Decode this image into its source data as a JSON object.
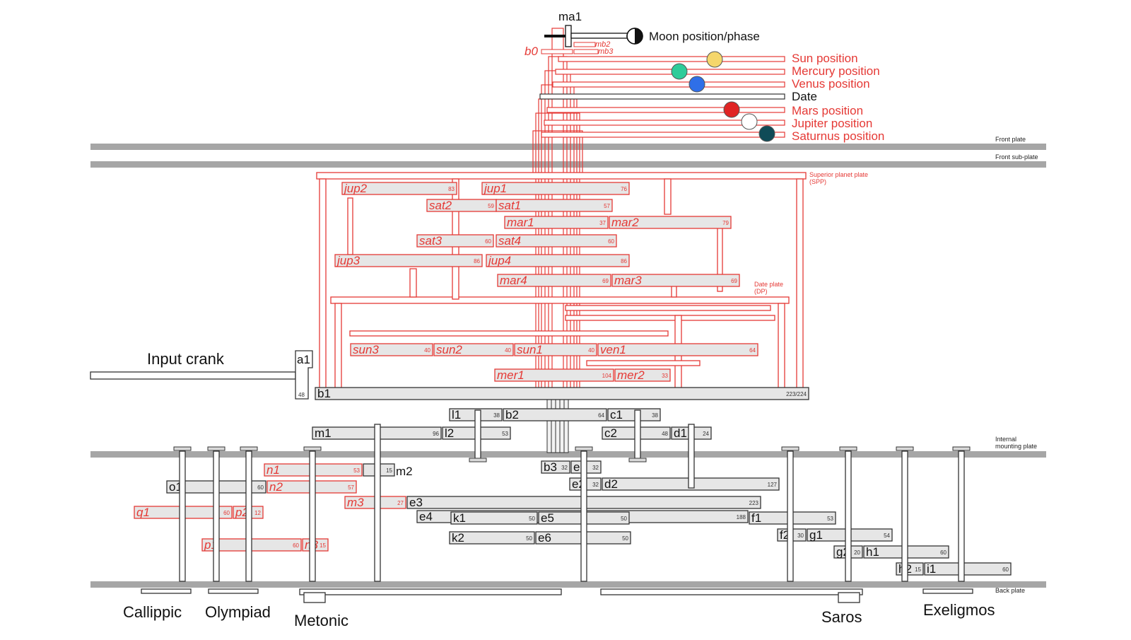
{
  "colors": {
    "red": "#e53935",
    "plate": "#a6a6a6",
    "gear_fill": "#e6e6e6",
    "black_stroke": "#333333",
    "sun": "#f5d66b",
    "mercury": "#2ecc9a",
    "venus": "#2f6fe8",
    "mars": "#e02424",
    "jupiter": "#ffffff",
    "saturnus": "#0f4b57",
    "moon": "#111111"
  },
  "plates": {
    "front": "Front plate",
    "front_sub": "Front sub-plate",
    "spp": [
      "Superior planet plate",
      "(SPP)"
    ],
    "dp": [
      "Date plate",
      "(DP)"
    ],
    "internal": [
      "Internal",
      "mounting plate"
    ],
    "back": "Back plate"
  },
  "outputs": {
    "moon": "Moon position/phase",
    "sun": "Sun position",
    "mercury": "Mercury position",
    "venus": "Venus position",
    "date": "Date",
    "mars": "Mars position",
    "jupiter": "Jupiter position",
    "saturnus": "Saturnus position"
  },
  "labels": {
    "ma1": "ma1",
    "mb2": "mb2",
    "mb3": "mb3",
    "b0": "b0",
    "input_crank": "Input crank",
    "a1": "a1",
    "a1_teeth": "48",
    "m2": "m2"
  },
  "dials": {
    "callippic": "Callippic",
    "olympiad": "Olympiad",
    "metonic": "Metonic",
    "saros": "Saros",
    "exeligmos": "Exeligmos"
  },
  "gears": {
    "jup2": {
      "name": "jup2",
      "teeth": "83"
    },
    "jup1": {
      "name": "jup1",
      "teeth": "76"
    },
    "sat2": {
      "name": "sat2",
      "teeth": "59"
    },
    "sat1": {
      "name": "sat1",
      "teeth": "57"
    },
    "mar1": {
      "name": "mar1",
      "teeth": "37"
    },
    "mar2": {
      "name": "mar2",
      "teeth": "79"
    },
    "sat3": {
      "name": "sat3",
      "teeth": "60"
    },
    "sat4": {
      "name": "sat4",
      "teeth": "60"
    },
    "jup3": {
      "name": "jup3",
      "teeth": "86"
    },
    "jup4": {
      "name": "jup4",
      "teeth": "86"
    },
    "mar4": {
      "name": "mar4",
      "teeth": "69"
    },
    "mar3": {
      "name": "mar3",
      "teeth": "69"
    },
    "sun3": {
      "name": "sun3",
      "teeth": "40"
    },
    "sun2": {
      "name": "sun2",
      "teeth": "40"
    },
    "sun1": {
      "name": "sun1",
      "teeth": "40"
    },
    "ven1": {
      "name": "ven1",
      "teeth": "64"
    },
    "mer1": {
      "name": "mer1",
      "teeth": "104"
    },
    "mer2": {
      "name": "mer2",
      "teeth": "33"
    },
    "b1": {
      "name": "b1",
      "teeth": "223/224"
    },
    "l1": {
      "name": "l1",
      "teeth": "38"
    },
    "b2": {
      "name": "b2",
      "teeth": "64"
    },
    "c1": {
      "name": "c1",
      "teeth": "38"
    },
    "m1": {
      "name": "m1",
      "teeth": "96"
    },
    "l2": {
      "name": "l2",
      "teeth": "53"
    },
    "c2": {
      "name": "c2",
      "teeth": "48"
    },
    "d1": {
      "name": "d1",
      "teeth": "24"
    },
    "n1": {
      "name": "n1",
      "teeth": "53"
    },
    "m2": {
      "name": "",
      "teeth": "15"
    },
    "b3": {
      "name": "b3",
      "teeth": "32"
    },
    "e1": {
      "name": "e1",
      "teeth": "32"
    },
    "o1": {
      "name": "o1",
      "teeth": "60"
    },
    "n2": {
      "name": "n2",
      "teeth": "57"
    },
    "e2": {
      "name": "e2",
      "teeth": "32"
    },
    "d2": {
      "name": "d2",
      "teeth": "127"
    },
    "q1": {
      "name": "q1",
      "teeth": "60"
    },
    "p2": {
      "name": "p2",
      "teeth": "12"
    },
    "m3": {
      "name": "m3",
      "teeth": "27"
    },
    "e3": {
      "name": "e3",
      "teeth": "223"
    },
    "e4": {
      "name": "e4",
      "teeth": "188"
    },
    "k1": {
      "name": "k1",
      "teeth": "50"
    },
    "e5": {
      "name": "e5",
      "teeth": "50"
    },
    "f1": {
      "name": "f1",
      "teeth": "53"
    },
    "k2": {
      "name": "k2",
      "teeth": "50"
    },
    "e6": {
      "name": "e6",
      "teeth": "50"
    },
    "f2": {
      "name": "f2",
      "teeth": "30"
    },
    "g1": {
      "name": "g1",
      "teeth": "54"
    },
    "p1": {
      "name": "p1",
      "teeth": "60"
    },
    "n3": {
      "name": "n3",
      "teeth": "15"
    },
    "g2": {
      "name": "g2",
      "teeth": "20"
    },
    "h1": {
      "name": "h1",
      "teeth": "60"
    },
    "h2": {
      "name": "h2",
      "teeth": "15"
    },
    "i1": {
      "name": "i1",
      "teeth": "60"
    }
  }
}
